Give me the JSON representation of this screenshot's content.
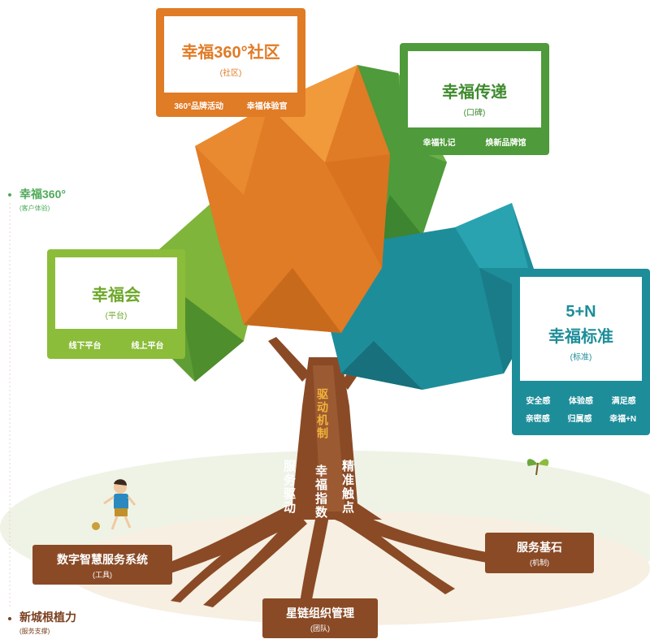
{
  "colors": {
    "orange": "#e07b26",
    "green_dark": "#4f9a3a",
    "green_light": "#8bbd3a",
    "teal": "#1e8d9a",
    "brown": "#8a4a26",
    "text_green": "#4faa5a",
    "text_brown": "#7a3f1e"
  },
  "cards": {
    "community": {
      "title": "幸福360°社区",
      "subtitle": "(社区)",
      "items": [
        "360°品牌活动",
        "幸福体验官"
      ]
    },
    "delivery": {
      "title": "幸福传递",
      "subtitle": "(口碑)",
      "items": [
        "幸福礼记",
        "焕新品牌馆"
      ]
    },
    "platform": {
      "title": "幸福会",
      "subtitle": "(平台)",
      "items": [
        "线下平台",
        "线上平台"
      ]
    },
    "standard": {
      "title_line1": "5+N",
      "title_line2": "幸福标准",
      "subtitle": "(标准)",
      "items_row1": [
        "安全感",
        "体验感",
        "满足感"
      ],
      "items_row2": [
        "亲密感",
        "归属感",
        "幸福+N"
      ]
    }
  },
  "trunk": {
    "driver": "驱动机制",
    "service_driven": "服务驱动",
    "happiness_index": "幸福指数",
    "precise_touch": "精准触点"
  },
  "roots": {
    "digital": {
      "title": "数字智慧服务系统",
      "subtitle": "(工具)"
    },
    "foundation": {
      "title": "服务基石",
      "subtitle": "(机制)"
    },
    "starlink": {
      "title": "星链组织管理",
      "subtitle": "(团队)"
    }
  },
  "side_labels": {
    "top": {
      "title": "幸福360°",
      "subtitle": "(客户体验)"
    },
    "bottom": {
      "title": "新城根植力",
      "subtitle": "(服务支撑)"
    }
  }
}
